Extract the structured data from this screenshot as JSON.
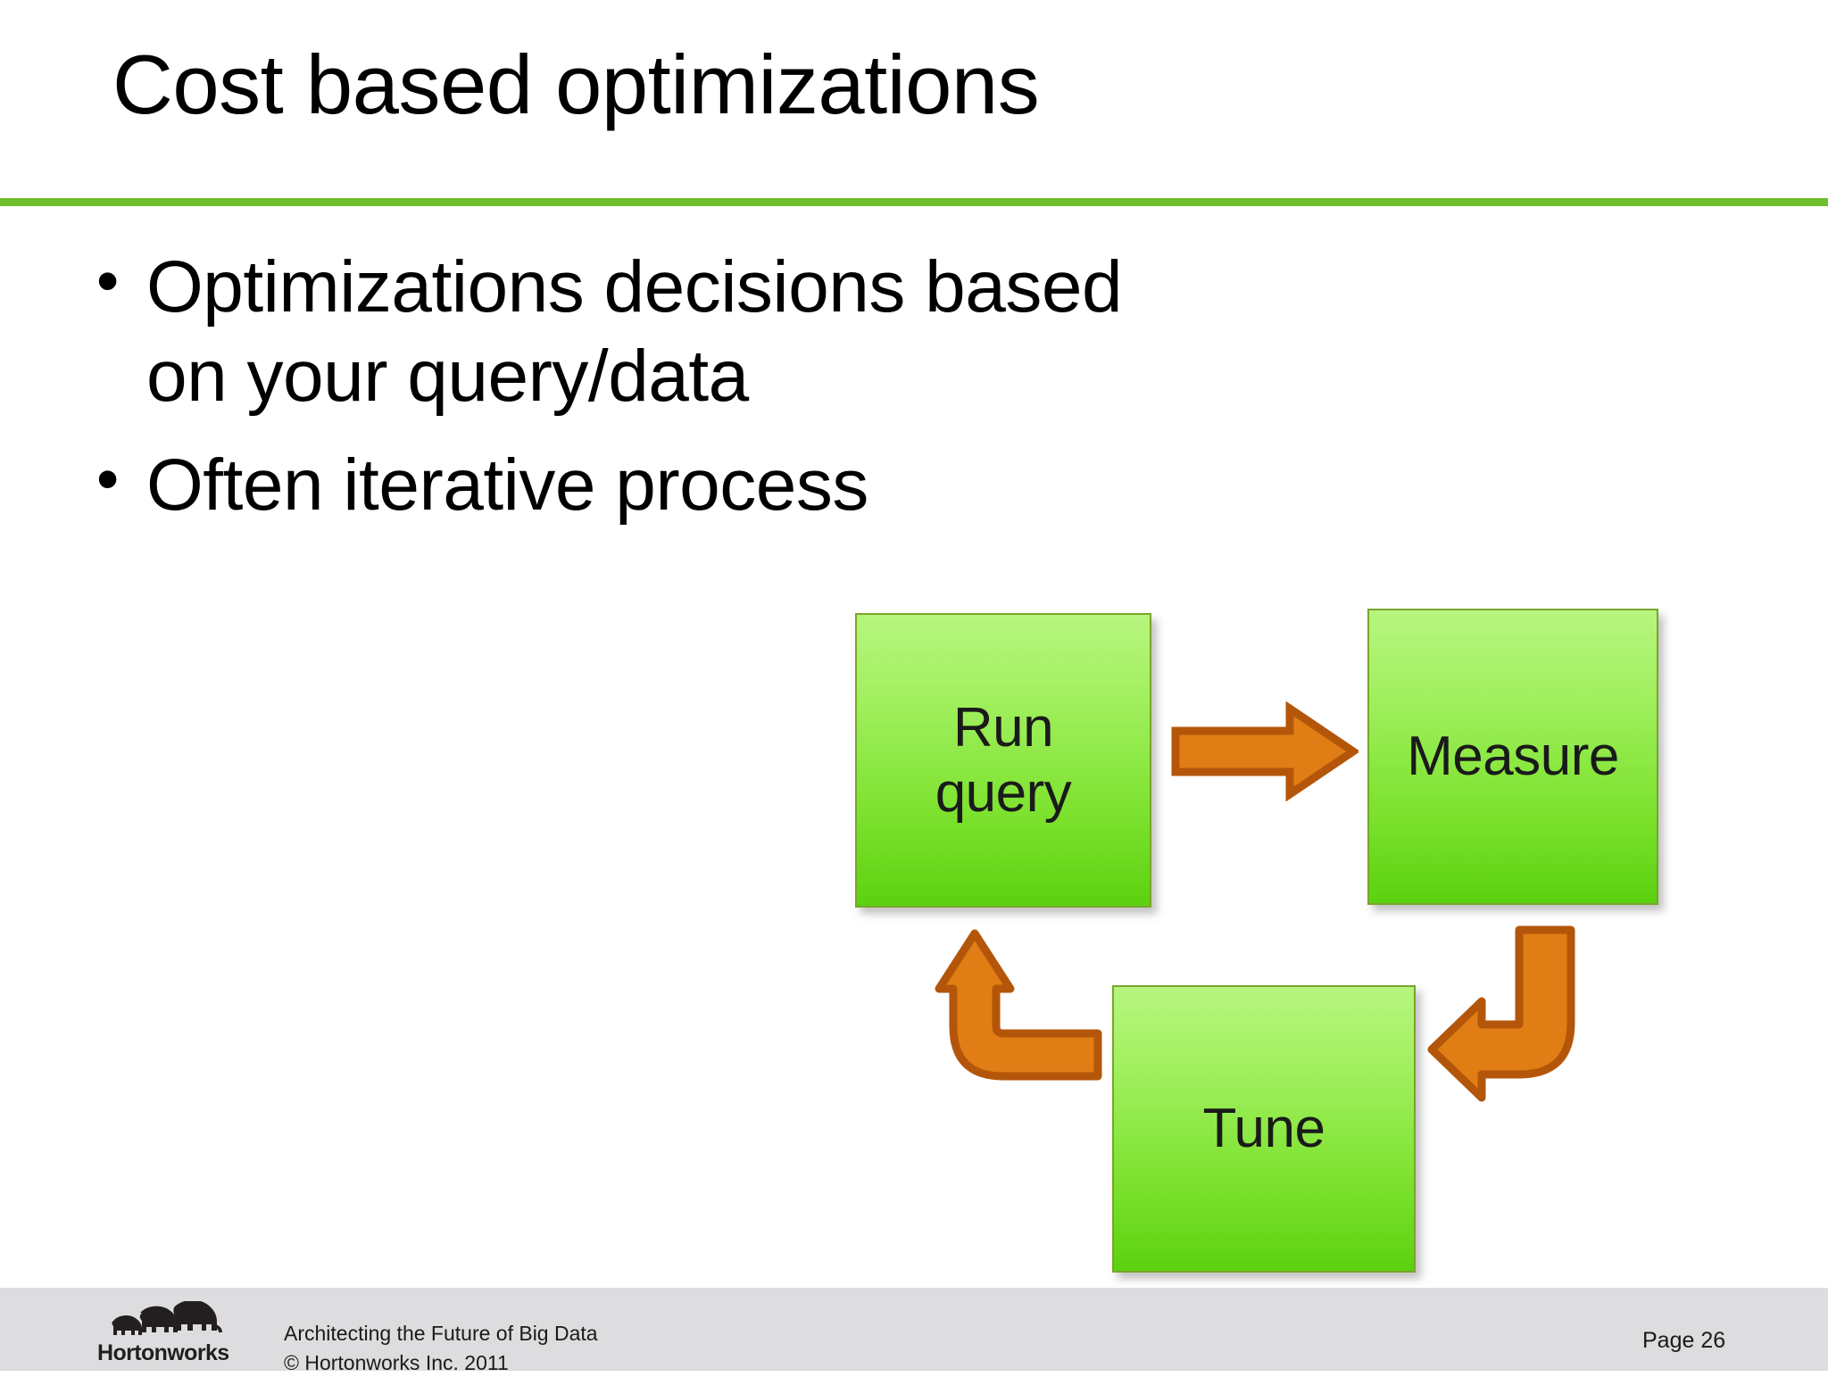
{
  "slide": {
    "title": "Cost based optimizations",
    "page_label": "Page 26",
    "accent_color": "#6FBE2C",
    "bullet_glyph": "•",
    "bullets": [
      "Optimizations decisions based on your query/data",
      "Often iterative process"
    ]
  },
  "diagram": {
    "type": "cycle-flowchart",
    "node_fill_top": "#B7F57F",
    "node_fill_bottom": "#5CD110",
    "node_border": "#7AA52B",
    "arrow_fill": "#E07D15",
    "arrow_stroke": "#B4560A",
    "nodes": [
      {
        "id": "run",
        "label": "Run\nquery",
        "line1": "Run",
        "line2": "query"
      },
      {
        "id": "measure",
        "label": "Measure",
        "line1": "Measure",
        "line2": ""
      },
      {
        "id": "tune",
        "label": "Tune",
        "line1": "Tune",
        "line2": ""
      }
    ],
    "edges": [
      {
        "from": "run",
        "to": "measure",
        "direction": "right"
      },
      {
        "from": "measure",
        "to": "tune",
        "direction": "down-left"
      },
      {
        "from": "tune",
        "to": "run",
        "direction": "left-up"
      }
    ]
  },
  "footer": {
    "band_color": "#DDDDDF",
    "logo_name": "Hortonworks",
    "tagline": "Architecting the Future of Big Data",
    "copyright": "© Hortonworks Inc. 2011",
    "page": "Page 26"
  }
}
